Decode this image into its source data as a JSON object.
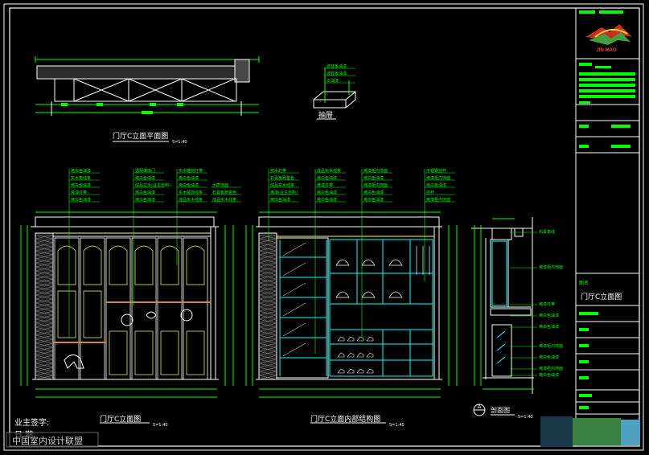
{
  "titles": {
    "plan": "门厅C立面平面图",
    "drawer": "抽屉",
    "elevation": "门厅C立面图",
    "internal": "门厅C立面内部结构图",
    "section": "剖面图",
    "scale": "S=1:40",
    "section_marker": "A"
  },
  "signature": {
    "owner": "业主签字:",
    "date": "日    期:"
  },
  "watermark": "中国室内设计联盟",
  "title_block": {
    "logo_caption": "JIN MAO",
    "drawing_name_label": "图名",
    "drawing_name": "门厅C立面图"
  },
  "drawer_notes": [
    "波音板油漆",
    "波音板油漆",
    "白油漆"
  ],
  "elevation_notes_a": [
    "烤白色油漆",
    "实木角线条",
    "烤白色油漆",
    "烤漆灯带",
    "烤白色油漆"
  ],
  "elevation_notes_b": [
    "透明玻璃门",
    "烤白色油漆",
    "成品拉手(业主自购)",
    "烤白色油漆",
    "烤白色油漆"
  ],
  "elevation_notes_c": [
    "实木雕刻灯带",
    "烤白色油漆",
    "烤白色油漆",
    "实木装饰线条",
    "成品实木线条"
  ],
  "elevation_notes_d": [
    "木质饰面",
    "石膏板刷金色",
    "成品实木线条"
  ],
  "internal_notes_a": [
    "实木灯带",
    "石膏板刷金色",
    "成品实木线条",
    "烤漆(业主自购)",
    "烤白色油漆"
  ],
  "internal_notes_b": [
    "成品实木线条",
    "烤白色油漆",
    "烤漆灯带",
    "烤白色油漆",
    "烤白色油漆"
  ],
  "internal_notes_c": [
    "烤漆柜内饰面",
    "烤白色油漆",
    "烤漆柜内饰面",
    "烤白色油漆",
    "烤白色油漆"
  ],
  "internal_notes_d": [
    "不锈钢挂杆",
    "烤漆柜内饰面",
    "烤白色油漆",
    "挂杆",
    "烤漆柜内饰面"
  ],
  "section_notes": [
    "石膏角线",
    "烤漆柜内饰面",
    "烤漆灯带",
    "烤白色油漆",
    "烤白色油漆",
    "烤漆柜内饰面",
    "烤白色油漆",
    "烤漆柜内饰面",
    "烤白色油漆"
  ],
  "colors": {
    "background": "#000000",
    "line_green": "#00ff00",
    "line_white": "#ffffff",
    "line_cyan": "#00ffff",
    "line_yellow": "#ffff66",
    "wood_orange": "#d08840",
    "logo_red": "#c83020"
  }
}
